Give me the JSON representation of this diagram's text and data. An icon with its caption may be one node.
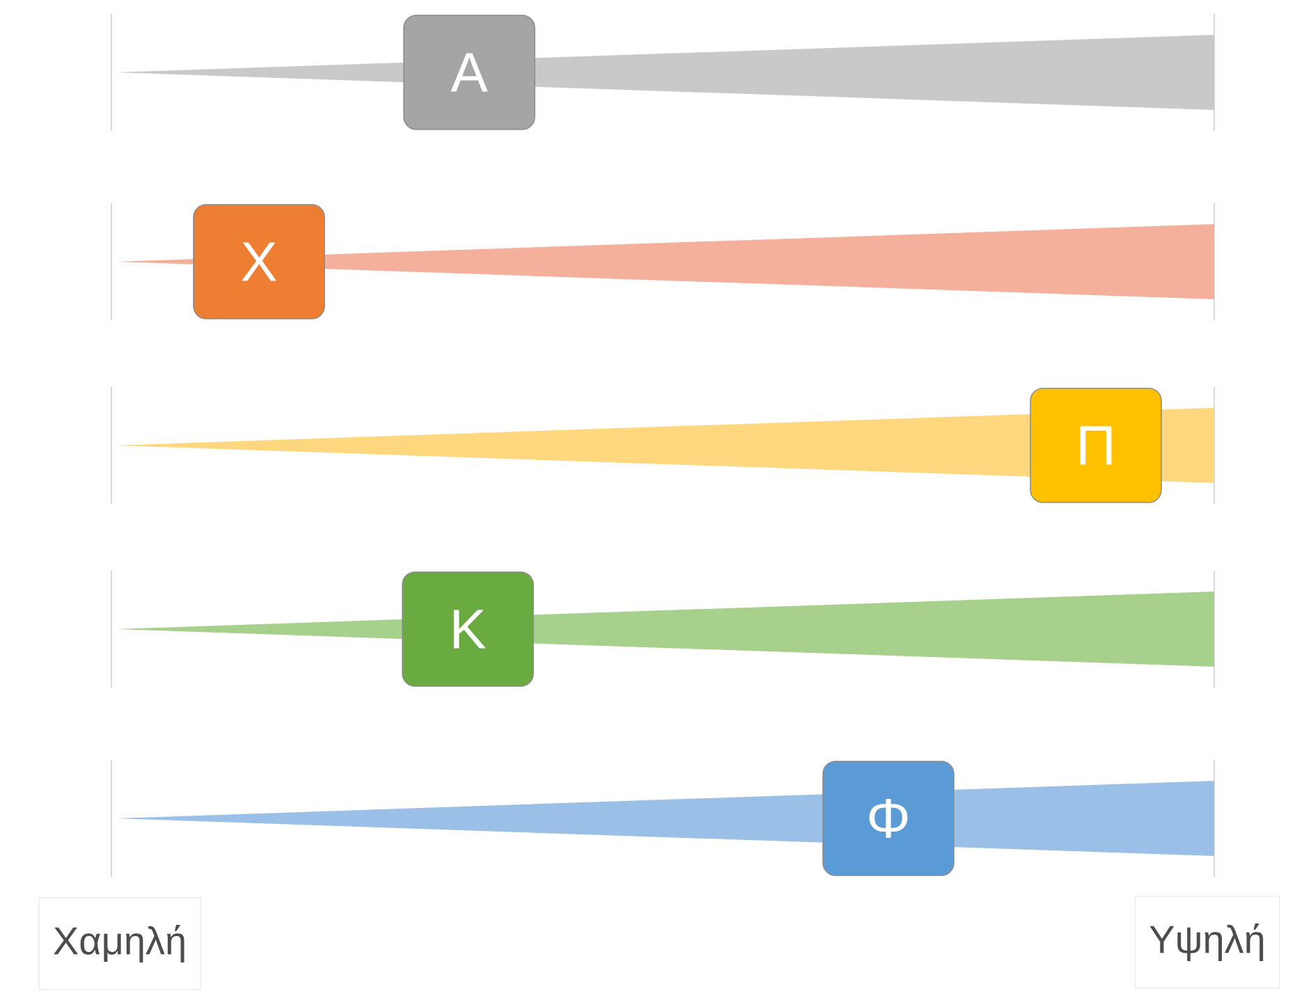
{
  "diagram": {
    "nodes": [
      {
        "text": [
          "Α"
        ]
      },
      {
        "text": [
          "Χ"
        ]
      },
      {
        "text": [
          "Π"
        ]
      },
      {
        "text": [
          "Κ"
        ]
      },
      {
        "text": [
          "Φ"
        ]
      },
      {
        "text": [
          "Χαμηλή"
        ]
      },
      {
        "text": [
          "Υψηλή"
        ]
      },
      {
        "text": [],
        "shape": "triangle"
      },
      {
        "text": [],
        "shape": "triangle"
      },
      {
        "text": [],
        "shape": "triangle"
      },
      {
        "text": [],
        "shape": "triangle"
      },
      {
        "text": [],
        "shape": "triangle"
      }
    ]
  }
}
